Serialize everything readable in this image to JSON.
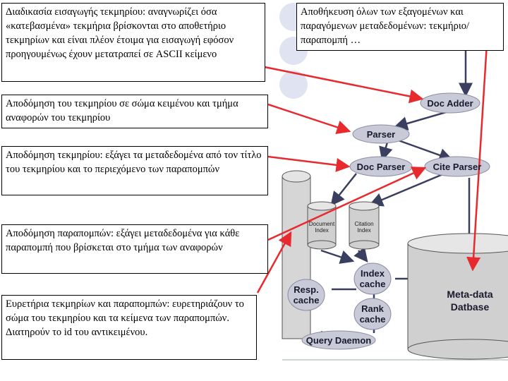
{
  "boxes": {
    "input": "Διαδικασία εισαγωγής τεκμηρίου: αναγνωρίζει όσα «κατεβασμένα» τεκμήρια βρίσκονται στο αποθετήριο τεκμηρίων και είναι πλέον έτοιμα για εισαγωγή εφόσον προηγουμένως έχουν μετατραπεί σε ASCII κείμενο",
    "storage": "Αποθήκευση όλων των εξαγομένων και παραγόμενων μεταδεδομένων: τεκμήριο/παραπομπή …",
    "parser": "Αποδόμηση του τεκμηρίου σε σώμα κειμένου και τμήμα αναφορών του τεκμηρίου",
    "doc_parser": "Αποδόμηση τεκμηρίου: εξάγει τα μεταδεδομένα από τον τίτλο του τεκμηρίου και το περιεχόμενο των παραπομπών",
    "cite_parser": "Αποδόμηση παραπομπών: εξάγει μεταδεδομένα για κάθε παραπομπή που βρίσκεται στο τμήμα των αναφορών",
    "index": "Ευρετήρια τεκμηρίων και παραπομπών: ευρετηριάζουν το σώμα του τεκμηρίου και τα κείμενα των παραπομπών. Διατηρούν το id του αντικειμένου."
  },
  "nodes": {
    "doc_adder": "Doc Adder",
    "parser": "Parser",
    "doc_parser": "Doc Parser",
    "cite_parser": "Cite Parser",
    "document_index": "Document Index",
    "citation_index": "Citation Index",
    "index_cache": "Index cache",
    "resp_cache": "Resp. cache",
    "rank_cache": "Rank cache",
    "query_daemon": "Query Daemon",
    "metadata_db": "Meta-data Datbase"
  },
  "colors": {
    "node_fill": "#c8cad8",
    "arrow": "#e8292d",
    "db_fill": "#d6d6d6"
  }
}
